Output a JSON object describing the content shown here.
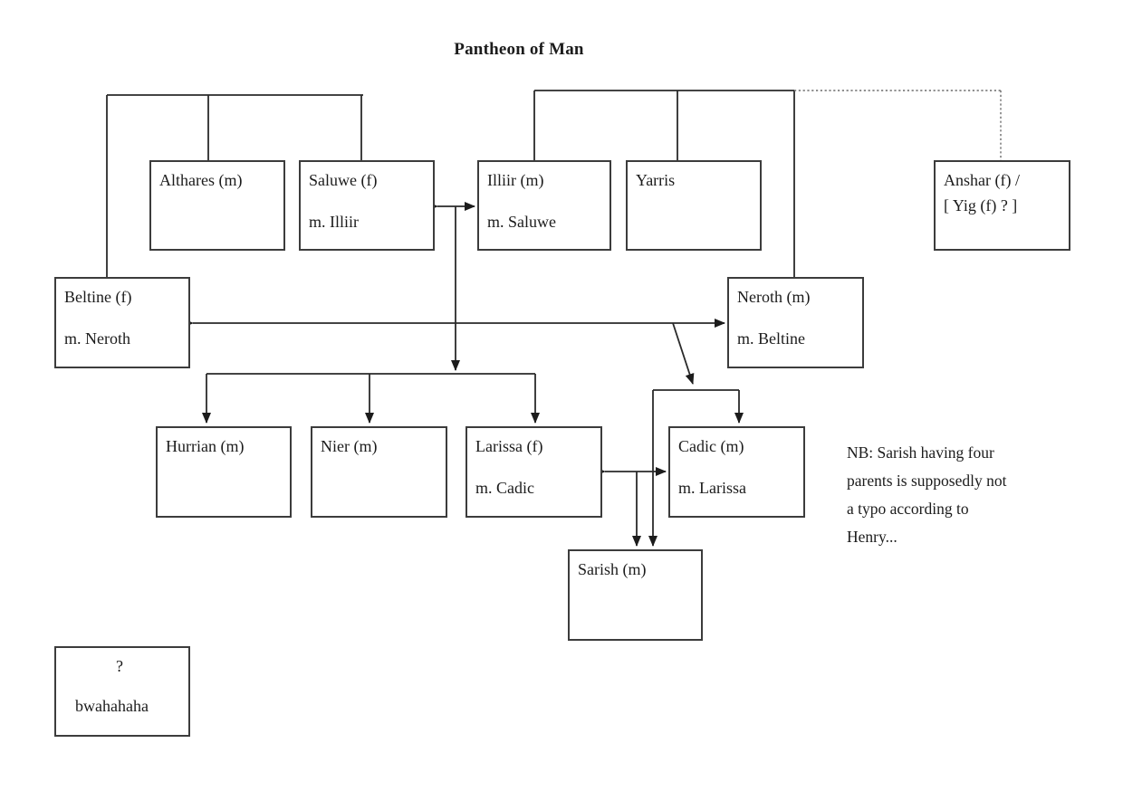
{
  "title": "Pantheon of Man",
  "nodes": {
    "althares": {
      "name": "Althares (m)",
      "marriage": ""
    },
    "saluwe": {
      "name": "Saluwe (f)",
      "marriage": "m. Illiir"
    },
    "illiir": {
      "name": "Illiir (m)",
      "marriage": "m. Saluwe"
    },
    "yarris": {
      "name": "Yarris",
      "marriage": ""
    },
    "anshar": {
      "name": "Anshar (f) /",
      "marriage": "[ Yig (f) ? ]"
    },
    "beltine": {
      "name": "Beltine (f)",
      "marriage": "m. Neroth"
    },
    "neroth": {
      "name": "Neroth (m)",
      "marriage": "m. Beltine"
    },
    "hurrian": {
      "name": "Hurrian (m)",
      "marriage": ""
    },
    "nier": {
      "name": "Nier (m)",
      "marriage": ""
    },
    "larissa": {
      "name": "Larissa (f)",
      "marriage": "m. Cadic"
    },
    "cadic": {
      "name": "Cadic (m)",
      "marriage": "m. Larissa"
    },
    "sarish": {
      "name": "Sarish (m)",
      "marriage": ""
    },
    "unknown": {
      "name": "?",
      "marriage": "bwahahaha"
    }
  },
  "note": {
    "lines": [
      "NB: Sarish having four",
      "parents is supposedly not",
      "a typo according to",
      "Henry..."
    ]
  },
  "colors": {
    "background": "#ffffff",
    "box_border": "#3c3c3c",
    "line": "#2a2a2a",
    "dotted_line": "#6b6b6b",
    "text": "#1c1c1c"
  }
}
